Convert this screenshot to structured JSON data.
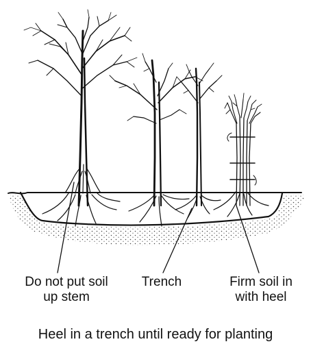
{
  "labels": {
    "soil_stem": {
      "line1": "Do not put soil",
      "line2": "up stem"
    },
    "trench": "Trench",
    "heel": {
      "line1": "Firm soil in",
      "line2": "with heel"
    }
  },
  "caption": "Heel in a trench until ready for planting",
  "colors": {
    "ink": "#111111",
    "background": "#ffffff"
  }
}
